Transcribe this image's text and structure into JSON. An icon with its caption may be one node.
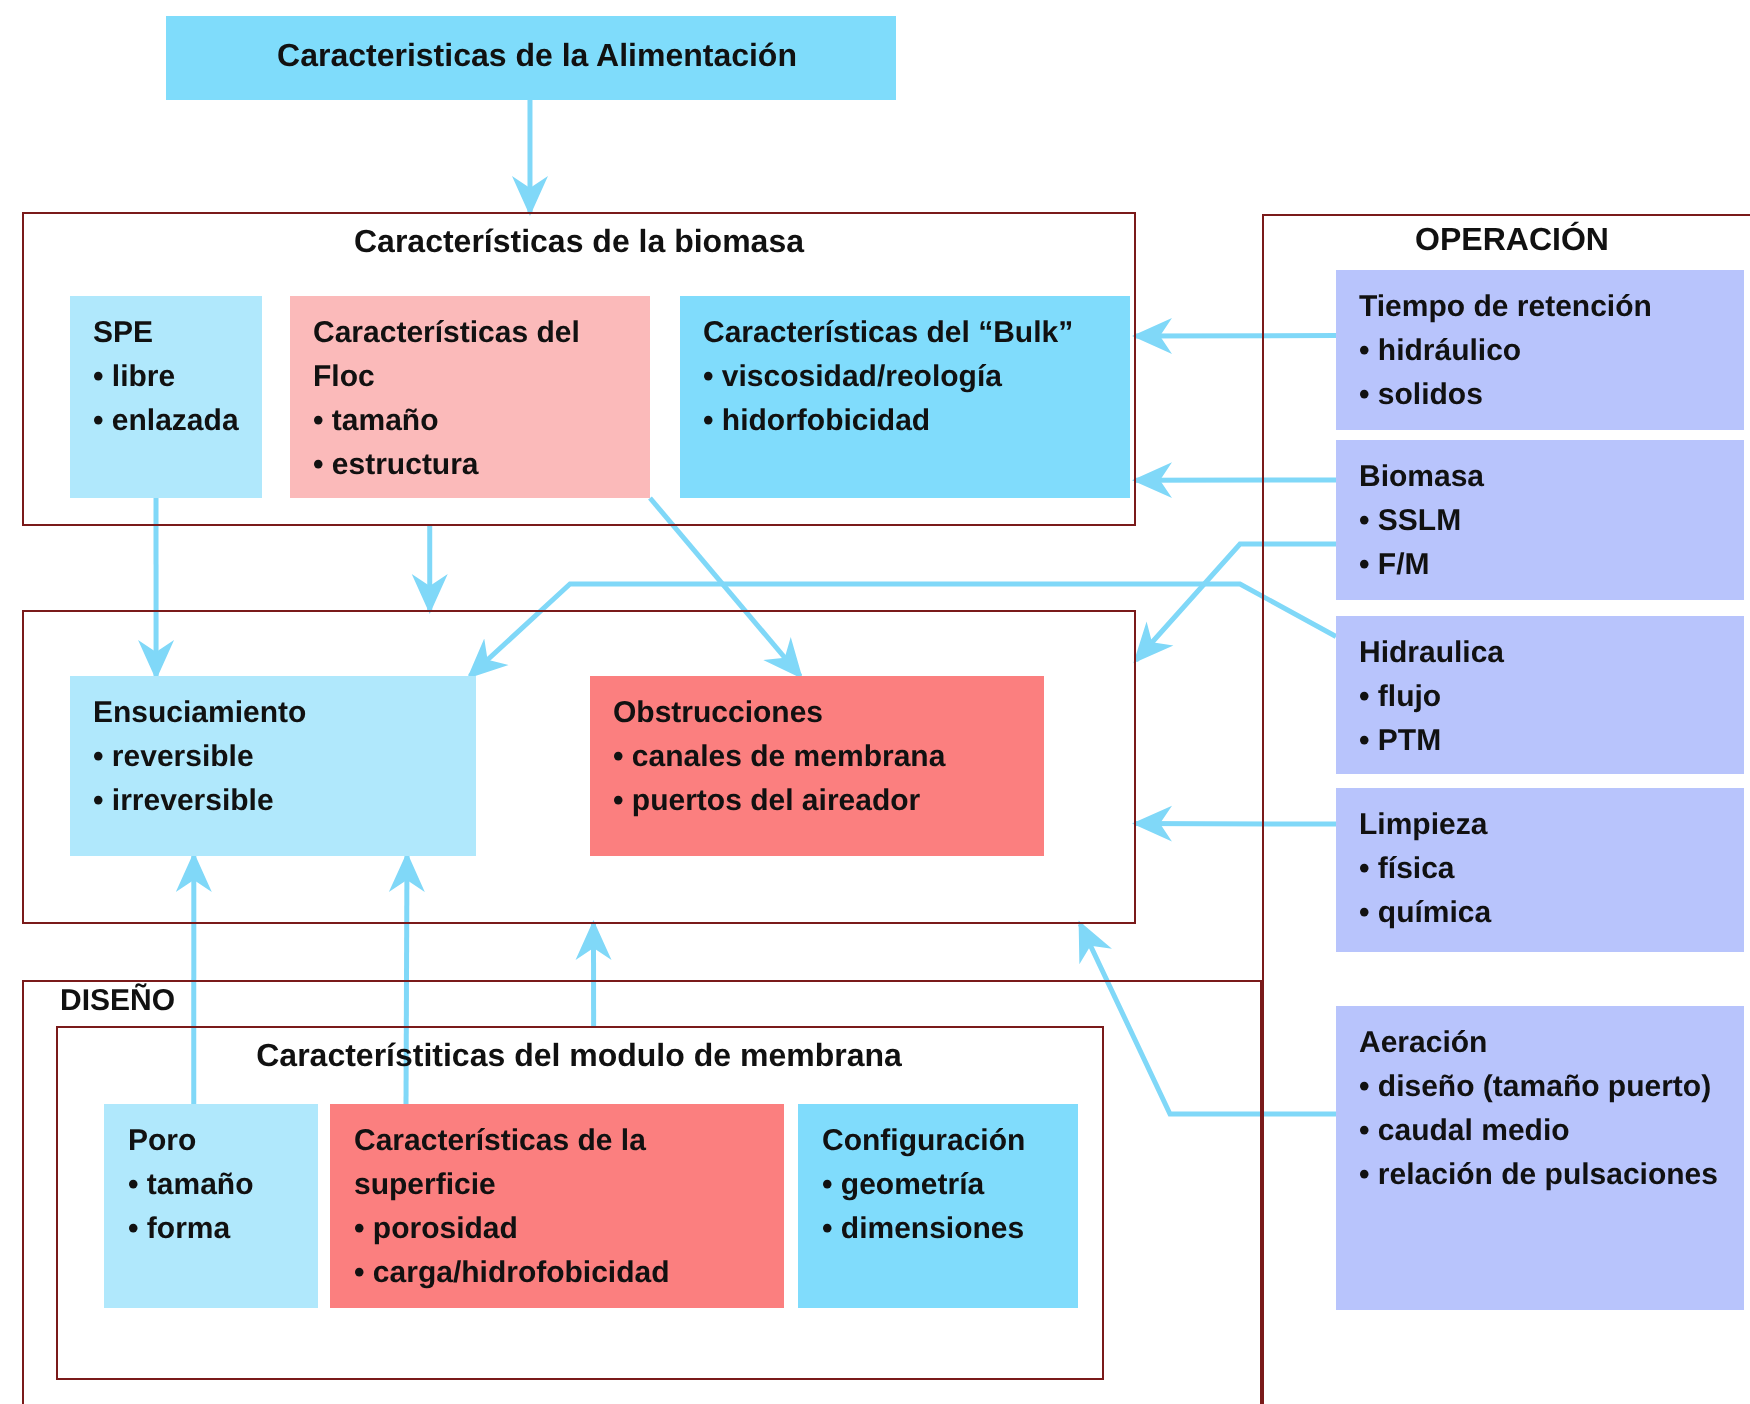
{
  "diagram": {
    "nodes": [
      {
        "text": [
          "Caracteristicas de la Alimentación"
        ]
      },
      {
        "text": [
          "Características de la biomasa"
        ]
      },
      {
        "text": [
          "SPE",
          "• libre",
          "• enlazada"
        ],
        "in": 1
      },
      {
        "text": [
          "Características del Floc",
          "• tamaño",
          "• estructura"
        ],
        "in": 1
      },
      {
        "text": [
          "Características del “Bulk”",
          "• viscosidad/reología",
          "• hidorfobicidad"
        ],
        "in": 1
      },
      {
        "text": [],
        "shape": "box"
      },
      {
        "text": [
          "Ensuciamiento",
          "• reversible",
          "• irreversible"
        ],
        "in": 5
      },
      {
        "text": [
          "Obstrucciones",
          "• canales de membrana",
          "• puertos del aireador"
        ],
        "in": 5
      },
      {
        "text": [
          "OPERACIÓN"
        ]
      },
      {
        "text": [
          "Tiempo de retención",
          "• hidráulico",
          "• solidos"
        ],
        "in": 8
      },
      {
        "text": [
          "Biomasa",
          "• SSLM",
          "• F/M"
        ],
        "in": 8
      },
      {
        "text": [
          "Hidraulica",
          "• flujo",
          "• PTM"
        ],
        "in": 8
      },
      {
        "text": [
          "Limpieza",
          "• física",
          "• química"
        ],
        "in": 8
      },
      {
        "text": [
          "Aeración",
          "• diseño (tamaño puerto)",
          "• caudal medio",
          "• relación de pulsaciones"
        ],
        "in": 8
      },
      {
        "text": [
          "DISEÑO"
        ]
      },
      {
        "text": [
          "Característiticas del modulo de membrana"
        ],
        "in": 14
      },
      {
        "text": [
          "Poro",
          "• tamaño",
          "• forma"
        ],
        "in": 15
      },
      {
        "text": [
          "Características de la superficie",
          "• porosidad",
          "• carga/hidrofobicidad"
        ],
        "in": 15
      },
      {
        "text": [
          "Configuración",
          "• geometría",
          "• dimensiones"
        ],
        "in": 15
      }
    ],
    "edges": [
      {
        "from": 0,
        "to": 1,
        "arrow": "to"
      },
      {
        "from": 2,
        "to": 6,
        "arrow": "to"
      },
      {
        "from": 1,
        "to": 5,
        "arrow": "to"
      },
      {
        "from": 3,
        "to": 7,
        "arrow": "to"
      },
      {
        "from": 9,
        "to": 1,
        "arrow": "to"
      },
      {
        "from": 10,
        "to": 1,
        "arrow": "to"
      },
      {
        "from": 10,
        "to": 5,
        "arrow": "to"
      },
      {
        "from": 11,
        "to": 6,
        "arrow": "to"
      },
      {
        "from": 12,
        "to": 5,
        "arrow": "to"
      },
      {
        "from": 13,
        "to": 5,
        "arrow": "to"
      },
      {
        "from": 16,
        "to": 6,
        "arrow": "to"
      },
      {
        "from": 17,
        "to": 6,
        "arrow": "to"
      },
      {
        "from": 15,
        "to": 5,
        "arrow": "to"
      }
    ]
  }
}
